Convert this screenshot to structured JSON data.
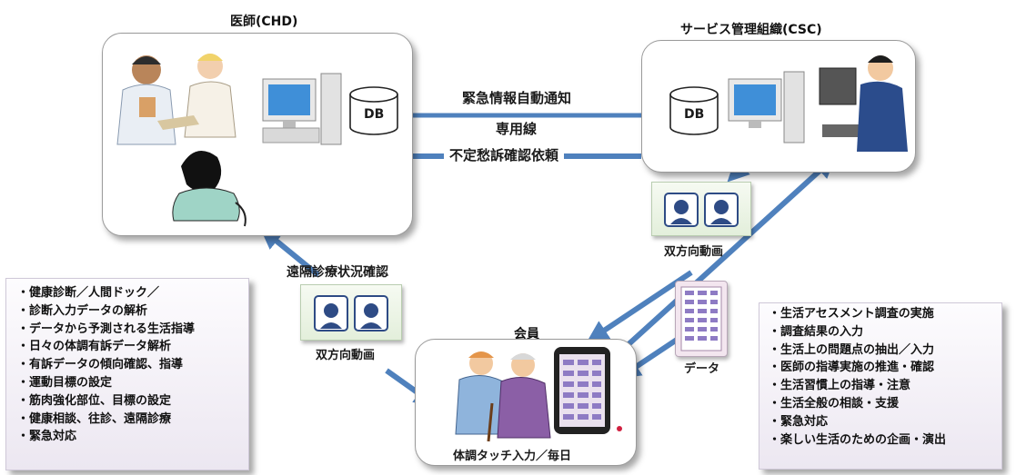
{
  "doctor_panel": {
    "title": "医師(CHD)",
    "db_label": "DB"
  },
  "csc_panel": {
    "title": "サービス管理組織(CSC)",
    "db_label": "DB"
  },
  "member_panel": {
    "title": "会員",
    "caption": "体調タッチ入力／毎日"
  },
  "links": {
    "emergency_notify": "緊急情報自動通知",
    "dedicated_line": "専用線",
    "complaint_request": "不定愁訴確認依頼",
    "remote_status": "遠隔診療状況確認",
    "video_top": "双方向動画",
    "video_left": "双方向動画",
    "data": "データ"
  },
  "doctor_tasks": [
    "・健康診断／人間ドック／",
    "・診断入力データの解析",
    "・データから予測される生活指導",
    "・日々の体調有訴データ解析",
    "・有訴データの傾向確認、指導",
    "・運動目標の設定",
    "・筋肉強化部位、目標の設定",
    "・健康相談、往診、遠隔診療",
    "・緊急対応"
  ],
  "csc_tasks": [
    "・生活アセスメント調査の実施",
    "・調査結果の入力",
    "・生活上の問題点の抽出／入力",
    "・医師の指導実施の推進・確認",
    "・生活習慣上の指導・注意",
    "・生活全般の相談・支援",
    "・緊急対応",
    "・楽しい生活のための企画・演出"
  ],
  "colors": {
    "arrow": "#4f81bd",
    "panel_border": "#9a9a9a",
    "list_bg": "#ece7f1"
  }
}
